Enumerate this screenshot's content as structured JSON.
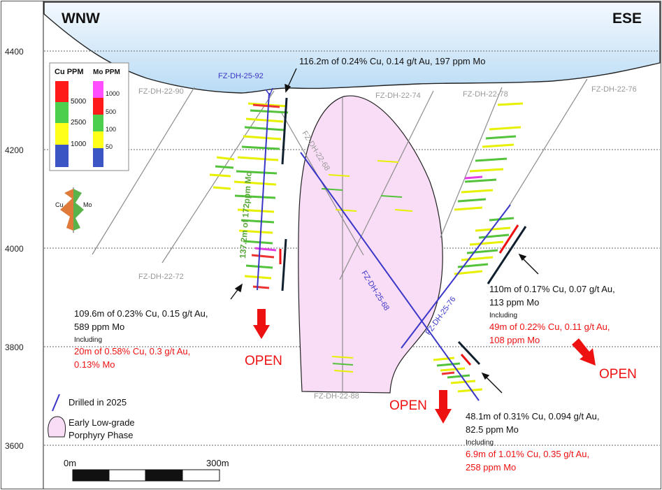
{
  "header": {
    "left_direction": "WNW",
    "right_direction": "ESE"
  },
  "elevation_axis": {
    "unit": "m",
    "ticks": [
      "4400",
      "4200",
      "4000",
      "3800",
      "3600"
    ]
  },
  "legend": {
    "cu_title": "Cu PPM",
    "mo_title": "Mo PPM",
    "cu_bins": [
      {
        "label": "5000",
        "color": "#ff1a1a"
      },
      {
        "label": "2500",
        "color": "#4ccf4c"
      },
      {
        "label": "1000",
        "color": "#ffff1a"
      },
      {
        "label": "",
        "color": "#3b56c4"
      }
    ],
    "mo_bins": [
      {
        "label": "1000",
        "color": "#ff4dff"
      },
      {
        "label": "500",
        "color": "#ff1a1a"
      },
      {
        "label": "100",
        "color": "#4ccf4c"
      },
      {
        "label": "50",
        "color": "#ffff1a"
      },
      {
        "label": "",
        "color": "#3b56c4"
      }
    ],
    "histogram_labels": {
      "cu": "Cu",
      "mo": "Mo"
    }
  },
  "drill_holes": [
    {
      "id": "FZ-DH-22-90",
      "style": "historic"
    },
    {
      "id": "FZ-DH-22-72",
      "style": "historic"
    },
    {
      "id": "FZ-DH-22-74",
      "style": "historic"
    },
    {
      "id": "FZ-DH-22-78",
      "style": "historic"
    },
    {
      "id": "FZ-DH-22-76",
      "style": "historic"
    },
    {
      "id": "FZ-DH-22-68",
      "style": "historic"
    },
    {
      "id": "FZ-DH-22-88",
      "style": "historic"
    },
    {
      "id": "FZ-DH-25-92",
      "style": "2025"
    },
    {
      "id": "FZ-DH-25-68",
      "style": "2025"
    },
    {
      "id": "FZ-DH-25-76",
      "style": "2025"
    }
  ],
  "intercepts": {
    "dh92_top": "116.2m of 0.24% Cu, 0.14 g/t Au, 197 ppm Mo",
    "dh92_mo_label": "137.2m of 172ppm Mo",
    "dh92_lower_1": "109.6m of 0.23% Cu, 0.15 g/t Au,",
    "dh92_lower_2": "589 ppm Mo",
    "dh92_including": "Including",
    "dh92_inc_1": "20m of 0.58% Cu, 0.3 g/t Au,",
    "dh92_inc_2": "0.13% Mo",
    "dh76_1": "110m of 0.17% Cu, 0.07 g/t Au,",
    "dh76_2": "113 ppm Mo",
    "dh76_including": "Including",
    "dh76_inc_1": "49m of 0.22% Cu, 0.11 g/t Au,",
    "dh76_inc_2": "108 ppm Mo",
    "dh68_1": "48.1m of 0.31% Cu, 0.094 g/t Au,",
    "dh68_2": "82.5 ppm Mo",
    "dh68_including": "Including",
    "dh68_inc_1": "6.9m of 1.01% Cu, 0.35 g/t Au,",
    "dh68_inc_2": "258 ppm Mo"
  },
  "open_labels": [
    "OPEN",
    "OPEN",
    "OPEN"
  ],
  "map_legend": {
    "drilled_2025": "Drilled in 2025",
    "porphyry_line1": "Early Low-grade",
    "porphyry_line2": "Porphyry Phase"
  },
  "scale_bar": {
    "start_label": "0m",
    "end_label": "300m"
  },
  "colors": {
    "sky": "#cfe6f8",
    "porphyry_fill": "#f9dcf6",
    "hole_2025": "#3a36c8",
    "hole_historic": "#8c8c8c",
    "intercept_black": "#10202e",
    "intercept_red": "#ee1111",
    "open_red": "#ee1111"
  }
}
